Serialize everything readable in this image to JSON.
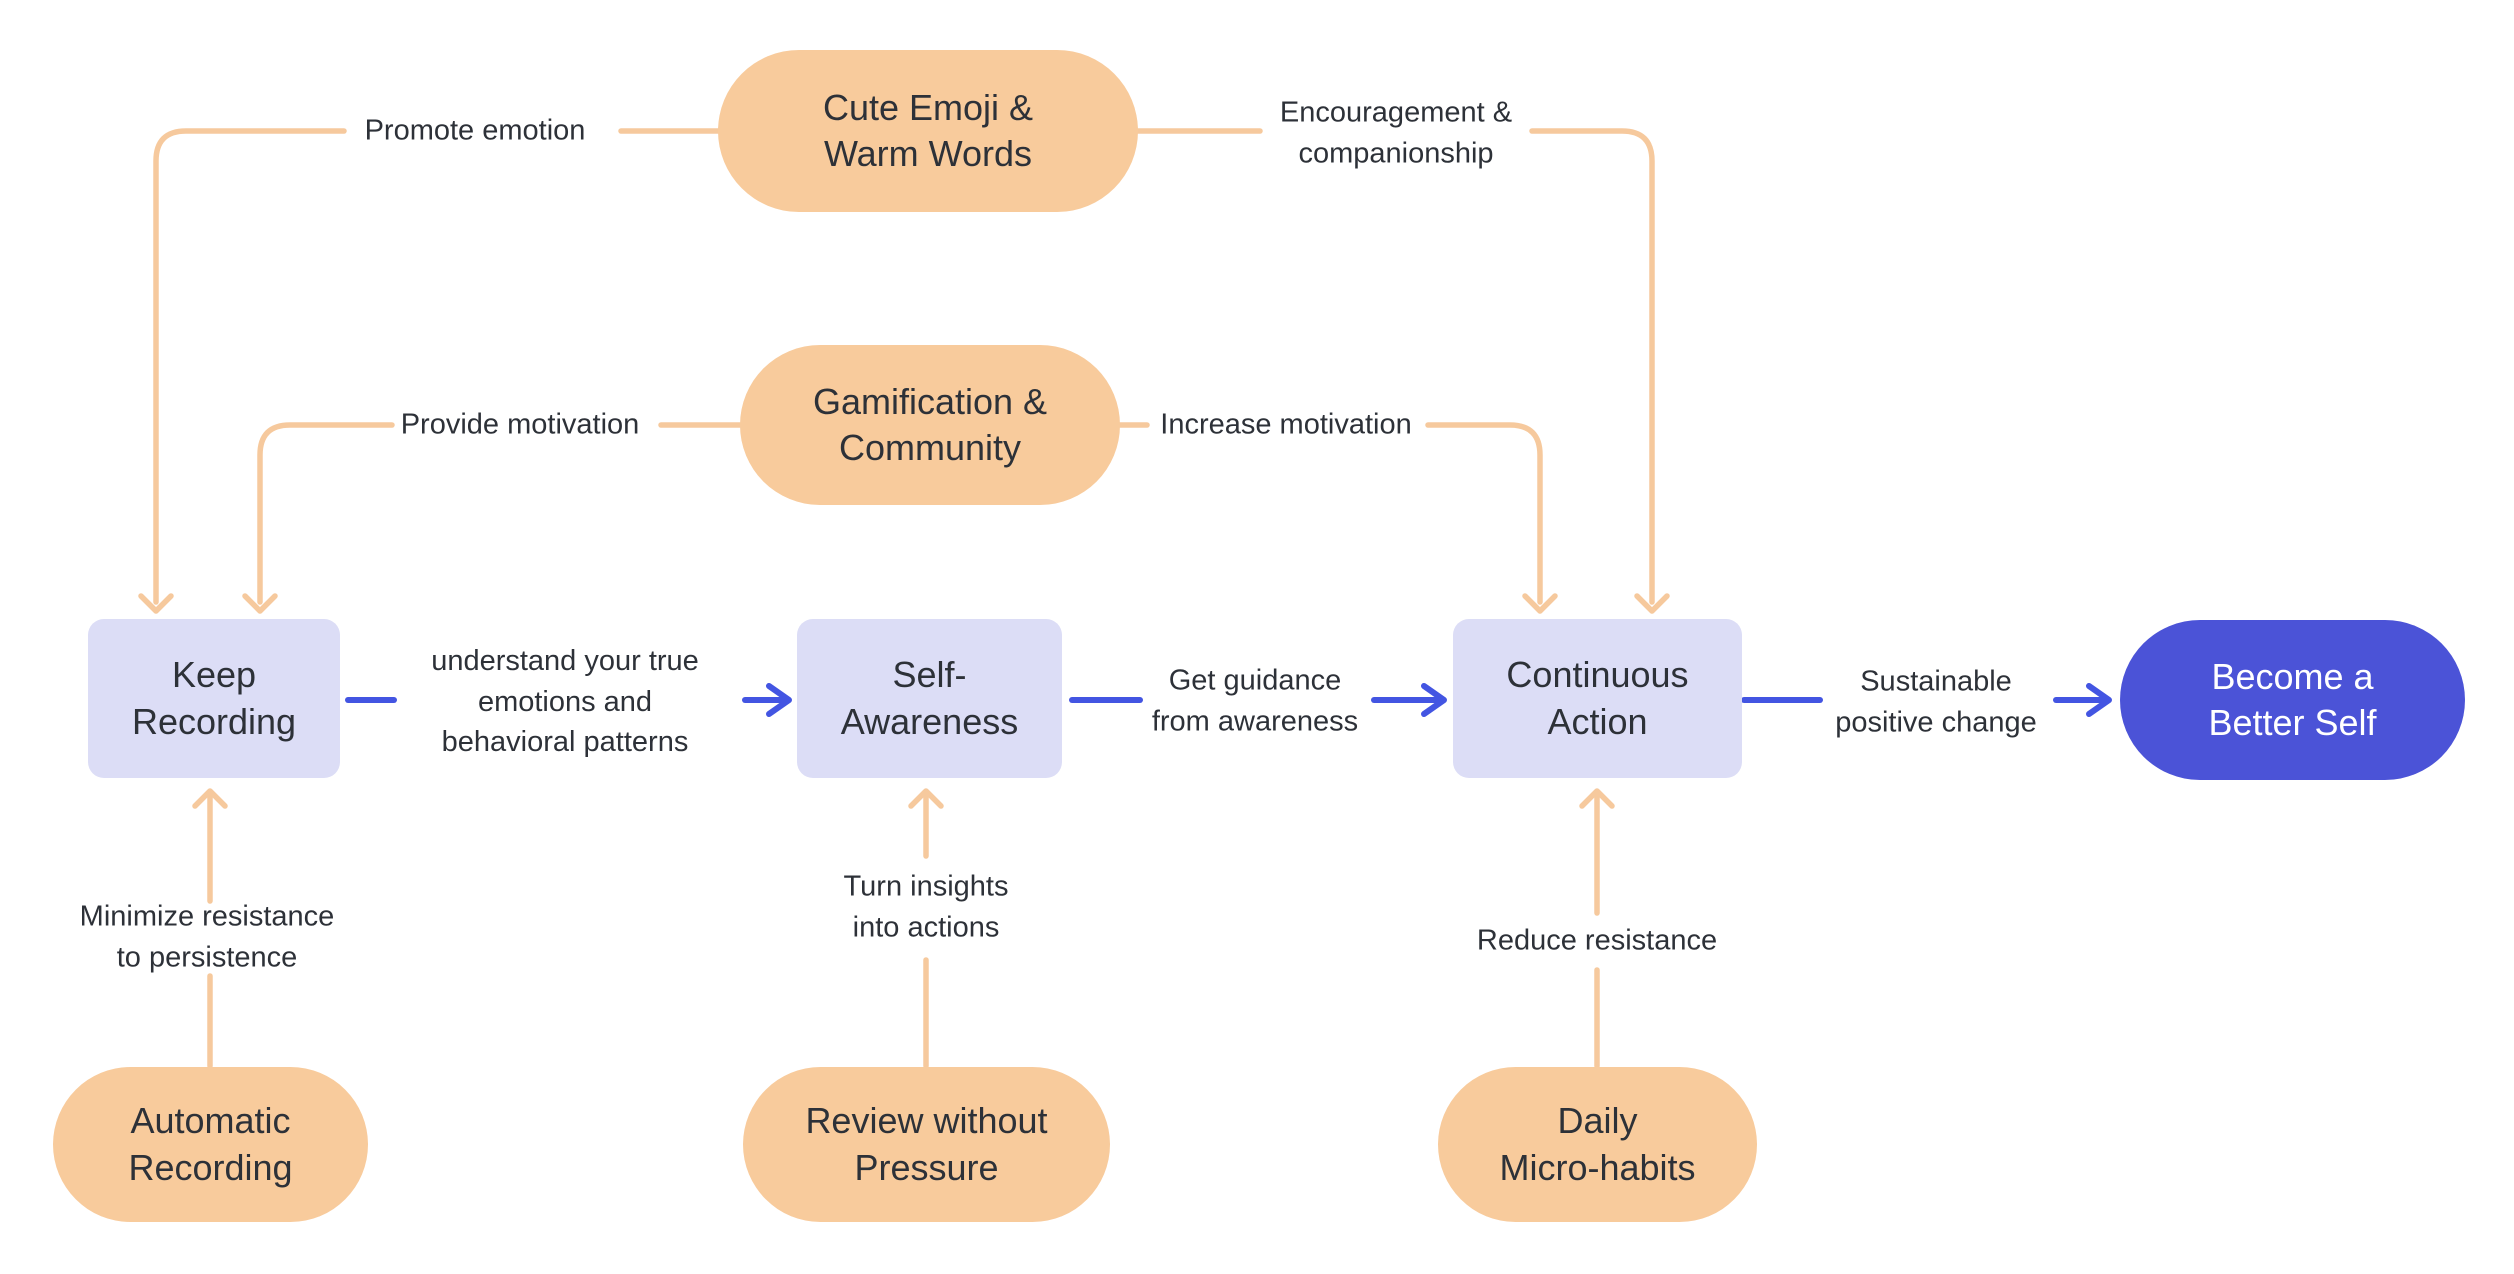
{
  "colors": {
    "background": "#ffffff",
    "peach_fill": "#F8CB9C",
    "peach_line": "#F6C99D",
    "lavender_fill": "#DCDDF6",
    "blue_fill": "#4B53D7",
    "blue_line": "#4355E2",
    "text_dark": "#2D3138",
    "text_light": "#ffffff"
  },
  "nodes": {
    "cute_emoji": {
      "label": "Cute Emoji &\nWarm Words"
    },
    "gamification": {
      "label": "Gamification &\nCommunity"
    },
    "keep_recording": {
      "label": "Keep\nRecording"
    },
    "self_awareness": {
      "label": "Self-\nAwareness"
    },
    "continuous_action": {
      "label": "Continuous\nAction"
    },
    "become_better_self": {
      "label": "Become a\nBetter Self"
    },
    "automatic_recording": {
      "label": "Automatic\nRecording"
    },
    "review_without_pressure": {
      "label": "Review without\nPressure"
    },
    "daily_micro_habits": {
      "label": "Daily\nMicro-habits"
    }
  },
  "edges": {
    "promote_emotion": {
      "label": "Promote emotion"
    },
    "encouragement": {
      "label": "Encouragement &\ncompanionship"
    },
    "provide_motivation": {
      "label": "Provide motivation"
    },
    "increase_motivation": {
      "label": "Increase motivation"
    },
    "understand_patterns": {
      "label": "understand your true\nemotions and\nbehavioral patterns"
    },
    "get_guidance": {
      "label": "Get guidance\nfrom awareness"
    },
    "sustainable_change": {
      "label": "Sustainable\npositive change"
    },
    "minimize_resistance": {
      "label": "Minimize resistance\nto persistence"
    },
    "turn_insights": {
      "label": "Turn insights\ninto actions"
    },
    "reduce_resistance": {
      "label": "Reduce resistance"
    }
  }
}
